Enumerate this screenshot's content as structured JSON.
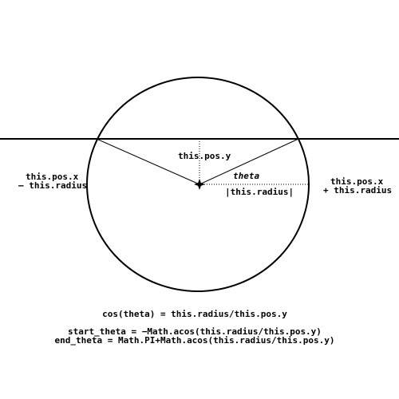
{
  "labels": {
    "pos_y": "this.pos.y",
    "theta": "theta",
    "radius": "|this.radius|",
    "left_line1": "this.pos.x",
    "left_line2": "– this.radius",
    "right_line1": "this.pos.x",
    "right_line2": "+ this.radius"
  },
  "equations": {
    "cos": "cos(theta) = this.radius/this.pos.y",
    "start": "start_theta = −Math.acos(this.radius/this.pos.y)",
    "end": "end_theta = Math.PI+Math.acos(this.radius/this.pos.y)"
  },
  "colors": {
    "stroke": "#000000",
    "background": "#ffffff"
  }
}
